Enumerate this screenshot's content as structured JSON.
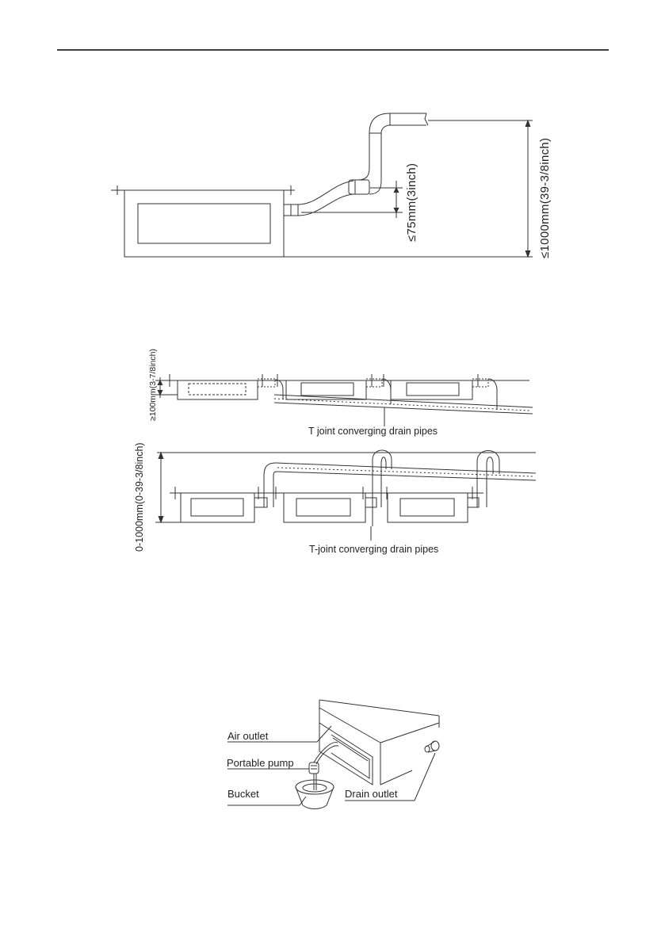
{
  "figure1": {
    "rise_limit": "≤75mm(3inch)",
    "height_limit": "≤1000mm(39-3/8inch)"
  },
  "figure2": {
    "upper": {
      "offset_label": "≥100mm(3-7/8inch)",
      "caption": "T joint converging drain pipes"
    },
    "lower": {
      "height_range": "0-1000mm(0-39-3/8inch)",
      "caption": "T-joint converging drain pipes"
    }
  },
  "figure3": {
    "air_outlet": "Air outlet",
    "portable_pump": "Portable pump",
    "bucket": "Bucket",
    "drain_outlet": "Drain outlet"
  }
}
